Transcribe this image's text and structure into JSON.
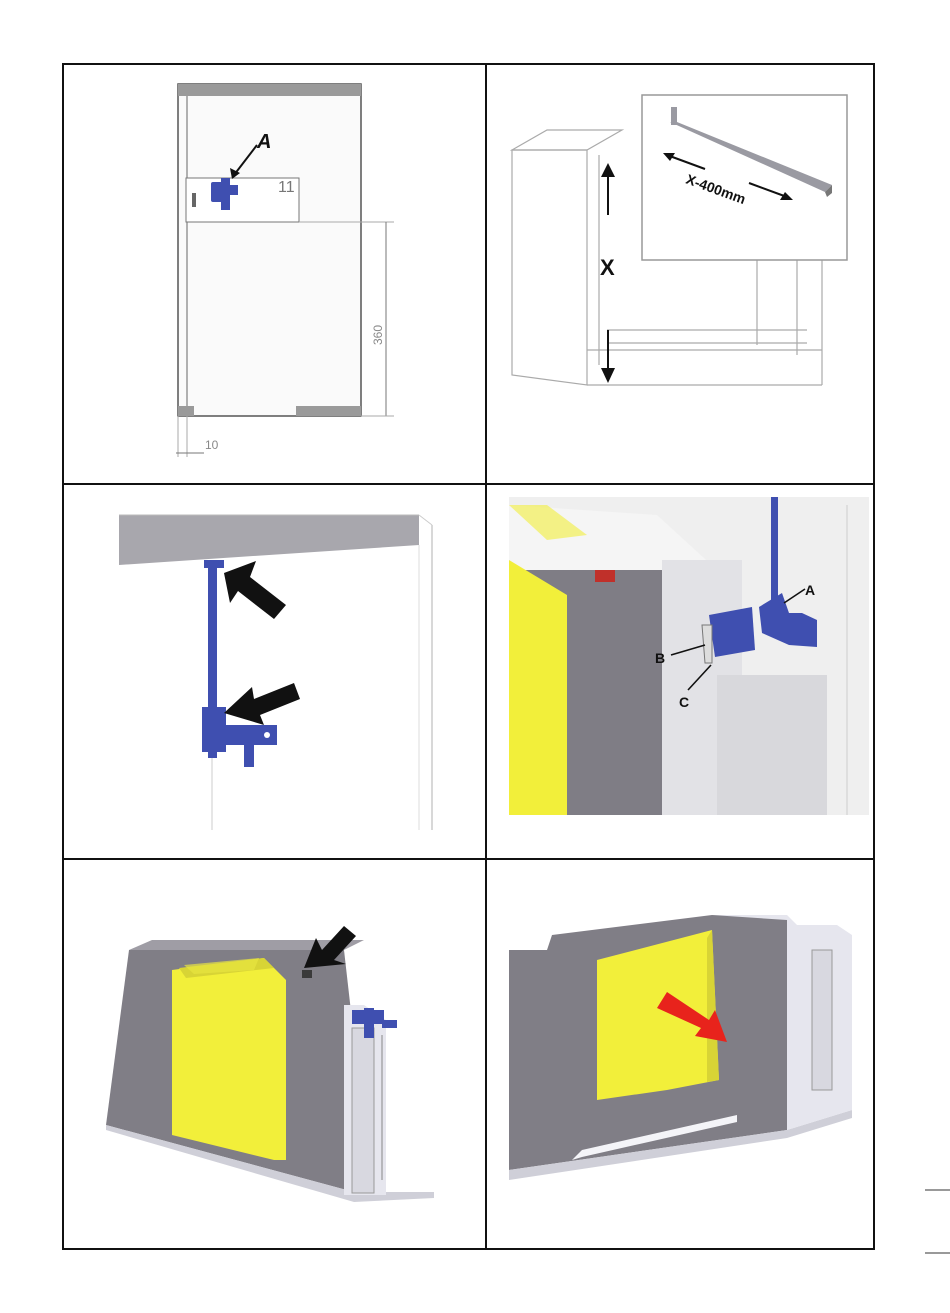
{
  "panel1": {
    "callout": "A",
    "dim_vertical": "360",
    "dim_horizontal": "10"
  },
  "panel2": {
    "dim_label": "X-400mm",
    "height_label": "X"
  },
  "panel4": {
    "callout_a": "A",
    "callout_b": "B",
    "callout_c": "C"
  },
  "colors": {
    "bracket": "#3f4fb0",
    "yellow_panel": "#f2f23a",
    "gray_body": "#8a8890",
    "red_arrow": "#e8231c"
  }
}
